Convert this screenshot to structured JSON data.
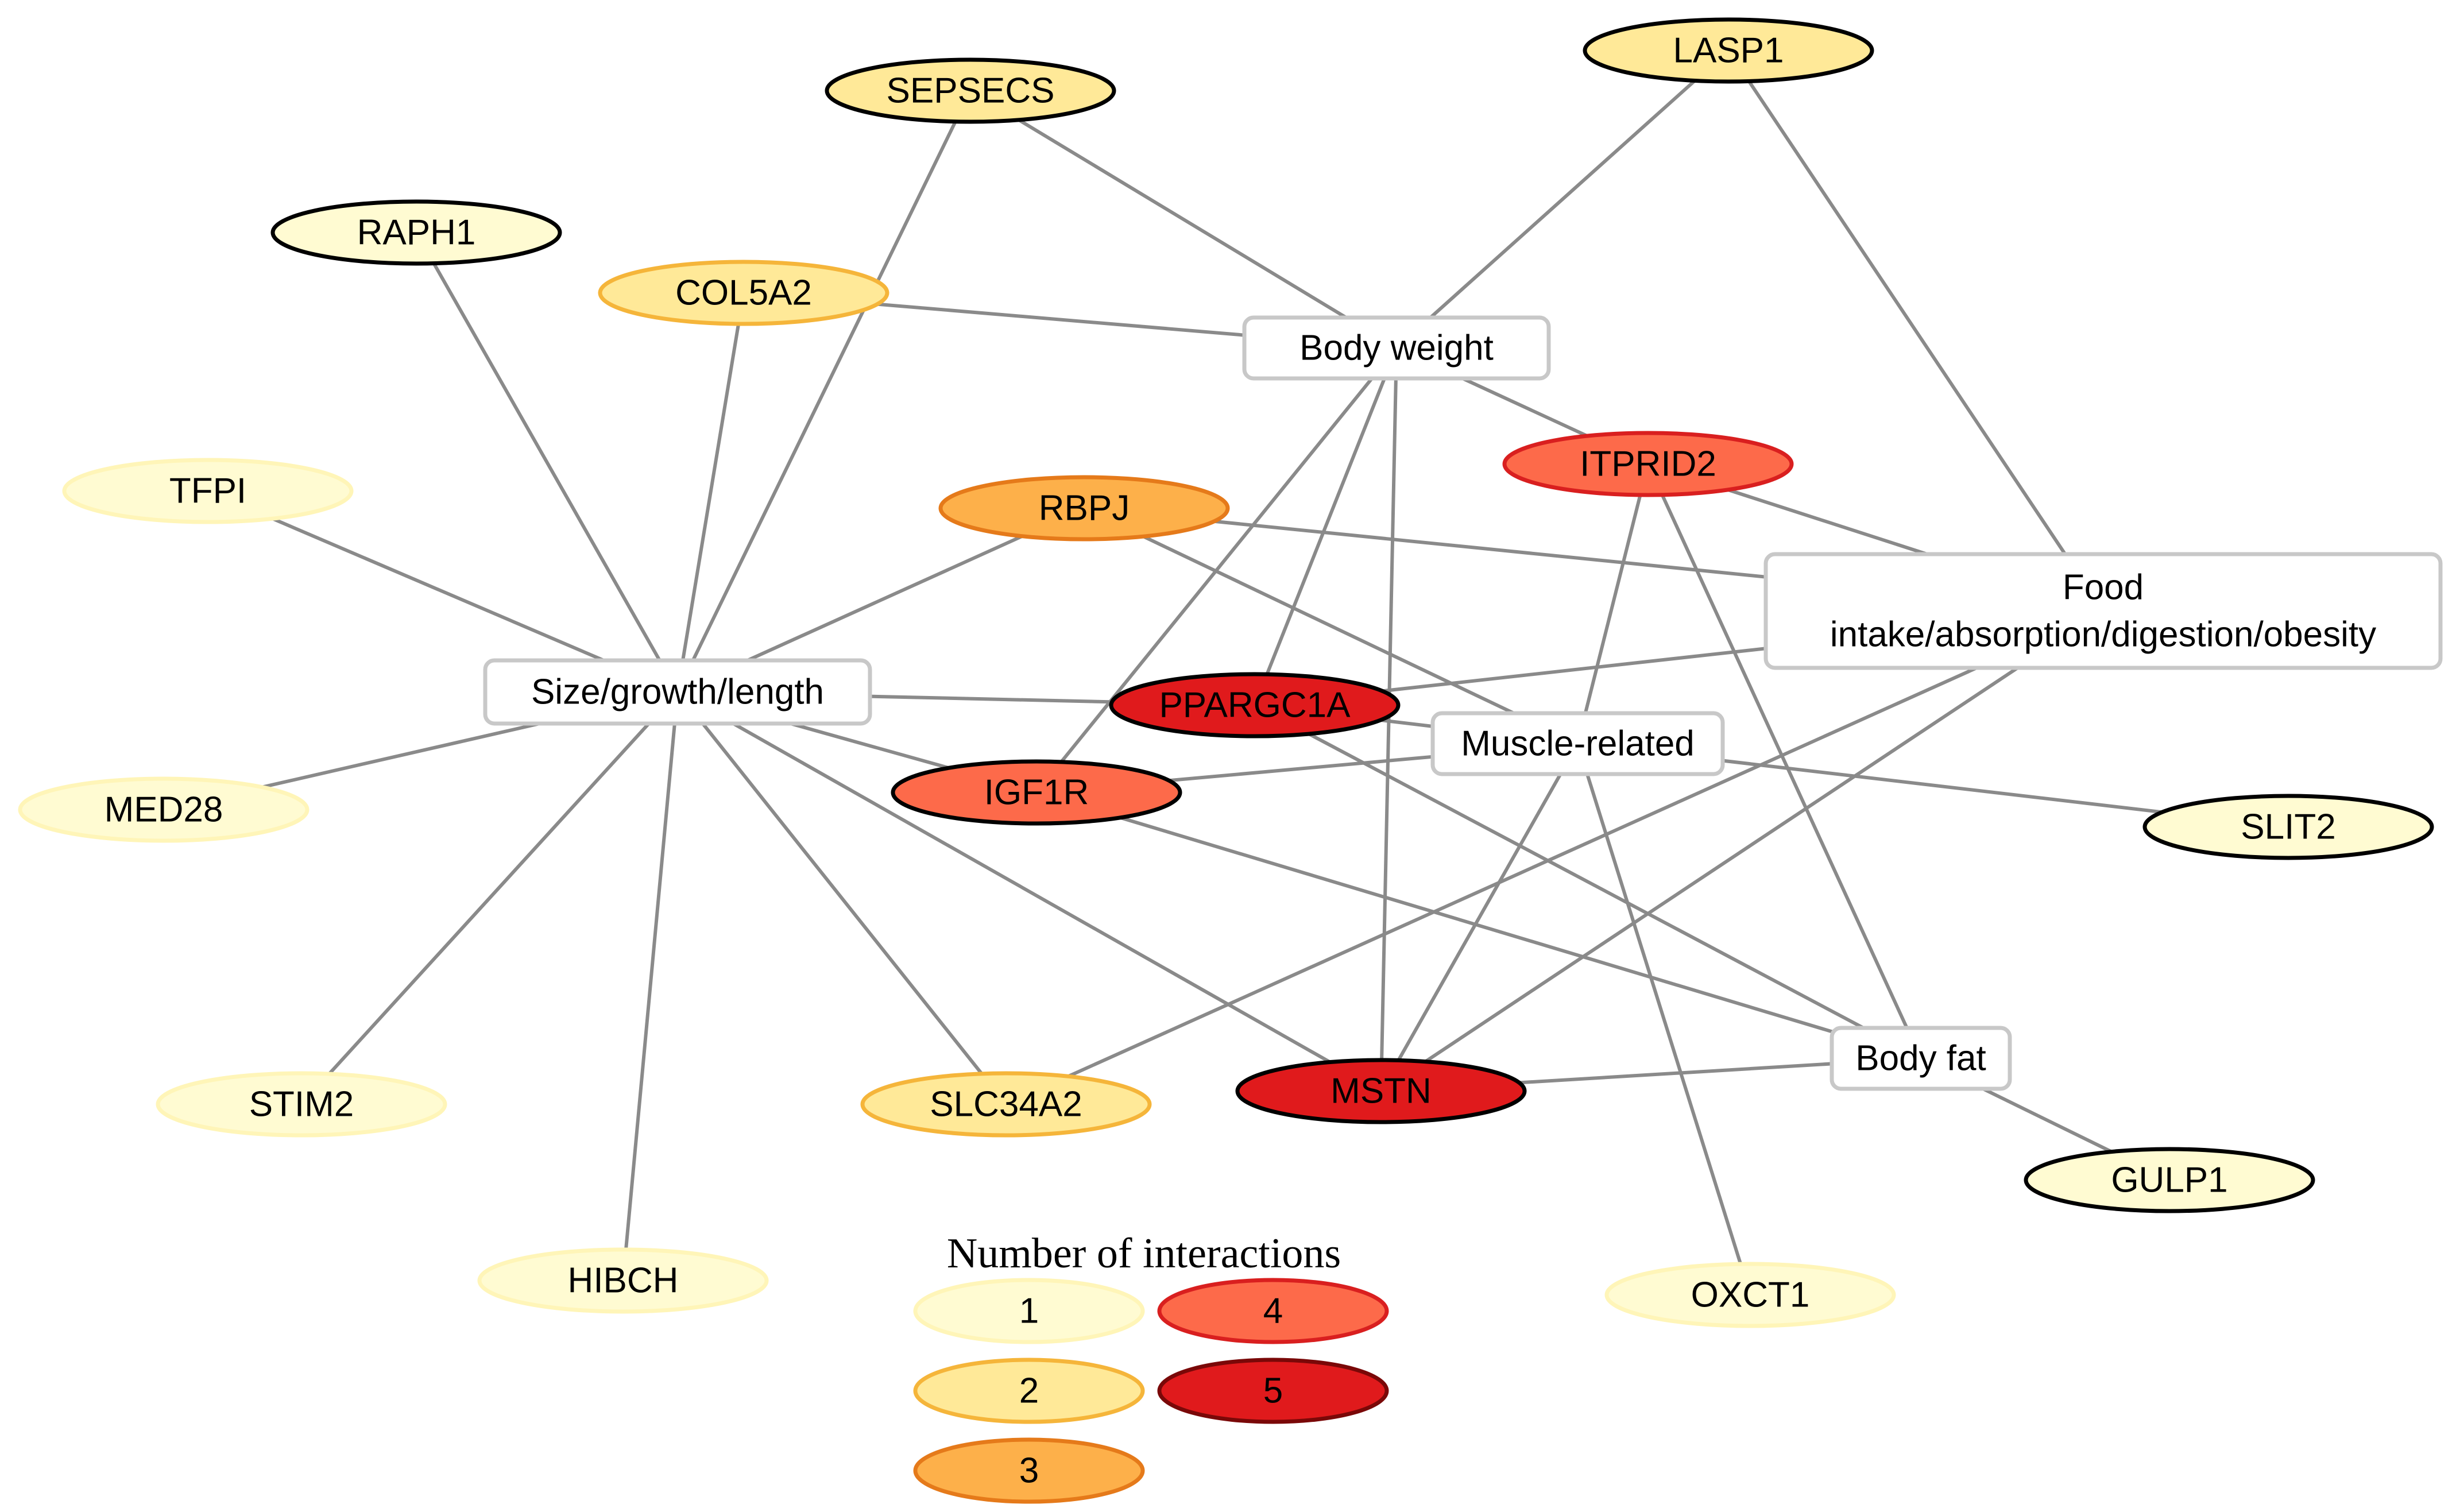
{
  "legend": {
    "title": "Number of interactions",
    "levels": [
      {
        "value": "1",
        "fill": "#FFFBD2",
        "stroke": "#FFF5B8"
      },
      {
        "value": "2",
        "fill": "#FFE998",
        "stroke": "#F5B53A"
      },
      {
        "value": "3",
        "fill": "#FDB04A",
        "stroke": "#E57A1A"
      },
      {
        "value": "4",
        "fill": "#FD6A4A",
        "stroke": "#D91F1F"
      },
      {
        "value": "5",
        "fill": "#E01A1C",
        "stroke": "#7A0808"
      }
    ]
  },
  "traits": [
    {
      "id": "body_weight",
      "lines": [
        "Body weight"
      ]
    },
    {
      "id": "size_growth",
      "lines": [
        "Size/growth/length"
      ]
    },
    {
      "id": "food",
      "lines": [
        "Food",
        "intake/absorption/digestion/obesity"
      ]
    },
    {
      "id": "muscle",
      "lines": [
        "Muscle-related"
      ]
    },
    {
      "id": "body_fat",
      "lines": [
        "Body fat"
      ]
    }
  ],
  "genes": [
    {
      "id": "SEPSECS",
      "label": "SEPSECS",
      "level": 2,
      "outline": "black"
    },
    {
      "id": "LASP1",
      "label": "LASP1",
      "level": 2,
      "outline": "black"
    },
    {
      "id": "RAPH1",
      "label": "RAPH1",
      "level": 1,
      "outline": "black"
    },
    {
      "id": "COL5A2",
      "label": "COL5A2",
      "level": 2,
      "outline": "level"
    },
    {
      "id": "TFPI",
      "label": "TFPI",
      "level": 1,
      "outline": "level"
    },
    {
      "id": "RBPJ",
      "label": "RBPJ",
      "level": 3,
      "outline": "level"
    },
    {
      "id": "ITPRID2",
      "label": "ITPRID2",
      "level": 4,
      "outline": "level"
    },
    {
      "id": "PPARGC1A",
      "label": "PPARGC1A",
      "level": 5,
      "outline": "black"
    },
    {
      "id": "IGF1R",
      "label": "IGF1R",
      "level": 4,
      "outline": "black"
    },
    {
      "id": "MED28",
      "label": "MED28",
      "level": 1,
      "outline": "level"
    },
    {
      "id": "SLIT2",
      "label": "SLIT2",
      "level": 1,
      "outline": "black"
    },
    {
      "id": "STIM2",
      "label": "STIM2",
      "level": 1,
      "outline": "level"
    },
    {
      "id": "SLC34A2",
      "label": "SLC34A2",
      "level": 2,
      "outline": "level"
    },
    {
      "id": "MSTN",
      "label": "MSTN",
      "level": 5,
      "outline": "black"
    },
    {
      "id": "GULP1",
      "label": "GULP1",
      "level": 1,
      "outline": "black"
    },
    {
      "id": "HIBCH",
      "label": "HIBCH",
      "level": 1,
      "outline": "level"
    },
    {
      "id": "OXCT1",
      "label": "OXCT1",
      "level": 1,
      "outline": "level"
    }
  ],
  "edges": [
    [
      "SEPSECS",
      "body_weight"
    ],
    [
      "SEPSECS",
      "size_growth"
    ],
    [
      "LASP1",
      "body_weight"
    ],
    [
      "LASP1",
      "food"
    ],
    [
      "RAPH1",
      "size_growth"
    ],
    [
      "COL5A2",
      "body_weight"
    ],
    [
      "COL5A2",
      "size_growth"
    ],
    [
      "TFPI",
      "size_growth"
    ],
    [
      "RBPJ",
      "size_growth"
    ],
    [
      "RBPJ",
      "food"
    ],
    [
      "RBPJ",
      "muscle"
    ],
    [
      "ITPRID2",
      "body_weight"
    ],
    [
      "ITPRID2",
      "food"
    ],
    [
      "ITPRID2",
      "muscle"
    ],
    [
      "ITPRID2",
      "body_fat"
    ],
    [
      "PPARGC1A",
      "body_weight"
    ],
    [
      "PPARGC1A",
      "size_growth"
    ],
    [
      "PPARGC1A",
      "food"
    ],
    [
      "PPARGC1A",
      "muscle"
    ],
    [
      "PPARGC1A",
      "body_fat"
    ],
    [
      "IGF1R",
      "body_weight"
    ],
    [
      "IGF1R",
      "size_growth"
    ],
    [
      "IGF1R",
      "muscle"
    ],
    [
      "IGF1R",
      "body_fat"
    ],
    [
      "MED28",
      "size_growth"
    ],
    [
      "SLIT2",
      "muscle"
    ],
    [
      "STIM2",
      "size_growth"
    ],
    [
      "SLC34A2",
      "size_growth"
    ],
    [
      "SLC34A2",
      "food"
    ],
    [
      "MSTN",
      "body_weight"
    ],
    [
      "MSTN",
      "size_growth"
    ],
    [
      "MSTN",
      "food"
    ],
    [
      "MSTN",
      "muscle"
    ],
    [
      "MSTN",
      "body_fat"
    ],
    [
      "GULP1",
      "body_fat"
    ],
    [
      "HIBCH",
      "size_growth"
    ],
    [
      "OXCT1",
      "muscle"
    ]
  ]
}
